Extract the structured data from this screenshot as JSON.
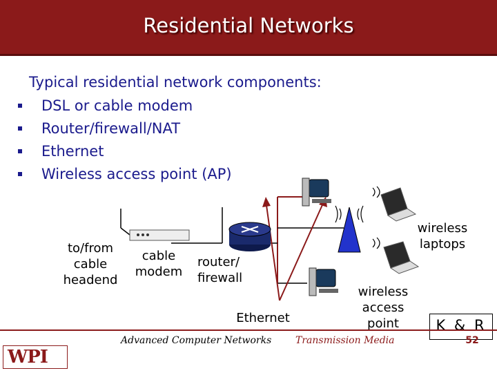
{
  "slide": {
    "title": "Residential Networks",
    "heading": "Typical residential network components:",
    "bullets": [
      "DSL or cable modem",
      "Router/firewall/NAT",
      "Ethernet",
      "Wireless access point (AP)"
    ]
  },
  "diagram": {
    "headend_label": "to/from\ncable\nheadend",
    "modem_label": "cable\nmodem",
    "router_label": "router/\nfirewall",
    "ethernet_label": "Ethernet",
    "ap_label": "wireless\naccess\npoint",
    "laptops_label": "wireless\nlaptops"
  },
  "footer": {
    "course": "Advanced Computer Networks",
    "topic": "Transmission Media",
    "kr": "K & R",
    "page": "52",
    "logo": "WPI"
  },
  "colors": {
    "title_bar": "#8b1a1a",
    "body_text": "#1a1a8c",
    "router": "#1a2a6c",
    "link_line": "#8b1a1a",
    "access_point": "#2233cc",
    "topic_text": "#8b1a1a"
  }
}
